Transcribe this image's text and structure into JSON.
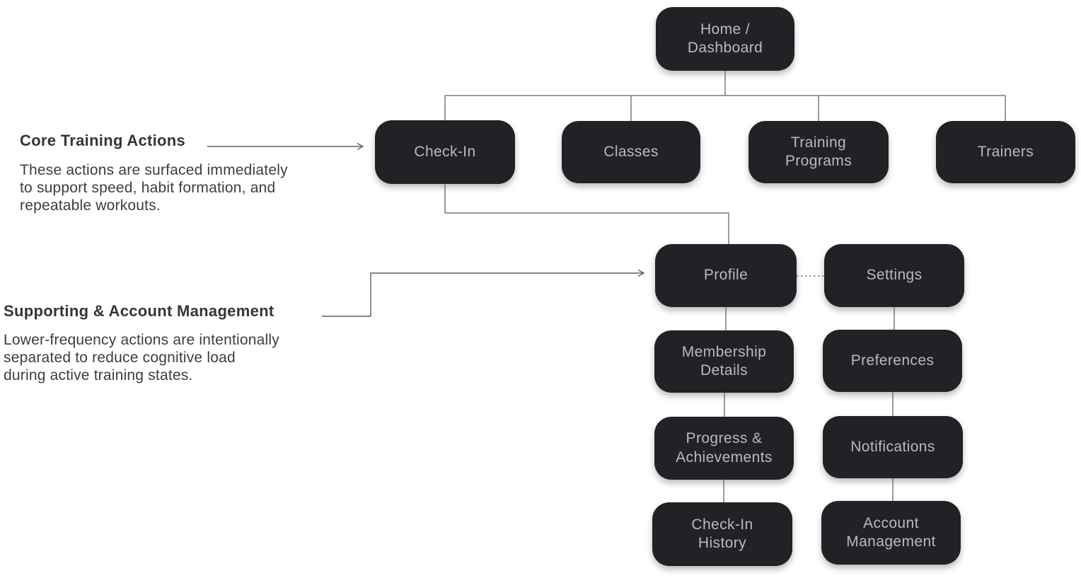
{
  "diagram": {
    "nodes": {
      "home": "Home /\nDashboard",
      "check_in": "Check-In",
      "classes": "Classes",
      "training_programs": "Training\nPrograms",
      "trainers": "Trainers",
      "profile": "Profile",
      "settings": "Settings",
      "membership_details": "Membership\nDetails",
      "preferences": "Preferences",
      "progress_achievements": "Progress &\nAchievements",
      "notifications": "Notifications",
      "check_in_history": "Check-In\nHistory",
      "account_management": "Account\nManagement"
    },
    "annotations": {
      "core": {
        "title": "Core Training Actions",
        "body": "These actions are surfaced immediately\nto support speed, habit formation, and\nrepeatable workouts."
      },
      "supporting": {
        "title": "Supporting & Account Management",
        "body": "Lower-frequency actions are intentionally\nseparated to reduce cognitive load\nduring active training states."
      }
    },
    "colors": {
      "background": "#ffffff",
      "node_fill": "#212226",
      "node_text": "#b8babc",
      "annotation_title": "#323639",
      "annotation_body": "#3a3e41",
      "tree_connector": "#787c7f",
      "annotation_arrow": "#5c6063"
    }
  }
}
